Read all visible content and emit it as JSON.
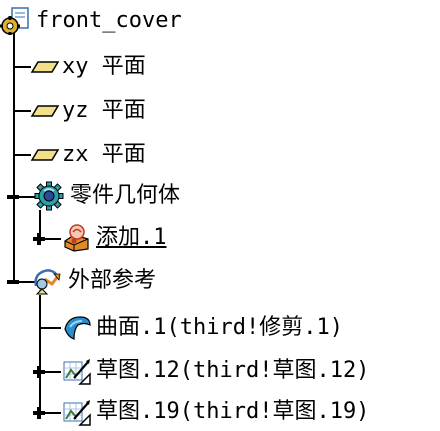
{
  "tree": {
    "root": {
      "label": "front_cover",
      "icon": "part-document-icon"
    },
    "items": [
      {
        "label": "xy 平面",
        "icon": "plane-icon"
      },
      {
        "label": "yz 平面",
        "icon": "plane-icon"
      },
      {
        "label": "zx 平面",
        "icon": "plane-icon"
      },
      {
        "label": "零件几何体",
        "icon": "part-body-gear-icon"
      },
      {
        "label": "添加.1",
        "icon": "add-operation-icon"
      },
      {
        "label": "外部参考",
        "icon": "external-references-icon"
      },
      {
        "label": "曲面.1(third!修剪.1)",
        "icon": "surface-icon"
      },
      {
        "label": "草图.12(third!草图.12)",
        "icon": "sketch-icon"
      },
      {
        "label": "草图.19(third!草图.19)",
        "icon": "sketch-icon"
      }
    ]
  },
  "colors": {
    "plane": "#f2e08a",
    "gear": "#2e9fa8",
    "surface": "#2a8fd0",
    "sketch": "#3a7a3a",
    "accent_orange": "#e08a2a"
  }
}
